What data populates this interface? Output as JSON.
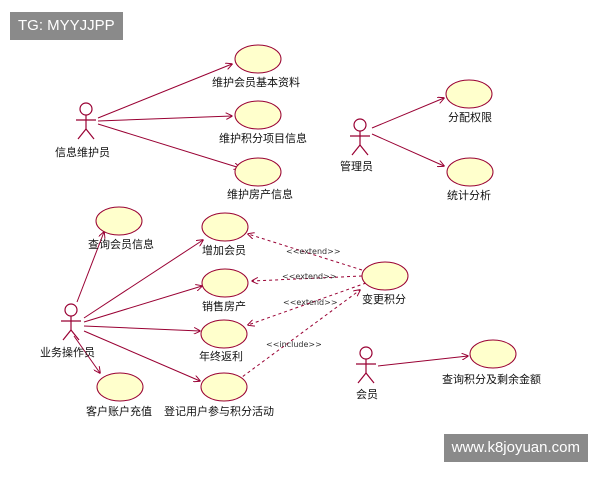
{
  "watermarks": {
    "top_left": "TG: MYYJJPP",
    "bottom_right": "www.k8joyuan.com"
  },
  "colors": {
    "usecase_fill": "#FFFFCC",
    "usecase_stroke": "#990033",
    "line": "#990033",
    "actor": "#990033"
  },
  "actors": {
    "info_maintainer": "信息维护员",
    "admin": "管理员",
    "operator": "业务操作员",
    "member": "会员"
  },
  "usecases": {
    "maintain_member_info": "维护会员基本资料",
    "maintain_points_items": "维护积分项目信息",
    "maintain_property_info": "维护房产信息",
    "assign_permissions": "分配权限",
    "statistics": "统计分析",
    "query_member_info": "查询会员信息",
    "add_member": "增加会员",
    "sell_property": "销售房产",
    "year_end_rebate": "年终返利",
    "register_activity": "登记用户参与积分活动",
    "account_recharge": "客户账户充值",
    "change_points": "变更积分",
    "query_points_balance": "查询积分及剩余金额"
  },
  "relations": {
    "extend_1": "<<extend>>",
    "extend_2": "<<extend>>",
    "extend_3": "<<extend>>",
    "include_1": "<<include>>"
  }
}
